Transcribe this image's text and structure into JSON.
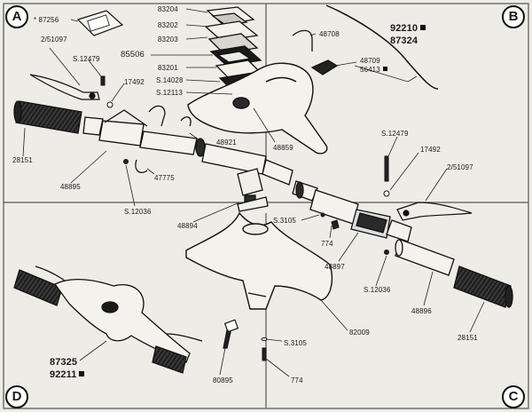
{
  "quadrants": {
    "a": "A",
    "b": "B",
    "c": "C",
    "d": "D"
  },
  "parts": {
    "p87256": "* 87256",
    "p83204": "83204",
    "p83202": "83202",
    "p83203": "83203",
    "p85506": "85506",
    "p83201": "83201",
    "p2_51097_left": "2/51097",
    "pS12479_left": "S.12479",
    "p17492_left": "17492",
    "pS14028": "S.14028",
    "pS12113": "S.12113",
    "p48708": "48708",
    "p92210": "92210",
    "p87324": "87324",
    "p48709": "48709",
    "p56413": "56413",
    "pS12479_right": "S.12479",
    "p17492_right": "17492",
    "p2_51097_right": "2/51097",
    "p48921": "48921",
    "p48859": "48859",
    "p28151_left": "28151",
    "p48895": "48895",
    "p47775": "47775",
    "pS12036_left": "S.12036",
    "p48894": "48894",
    "pS3105_mid": "S.3105",
    "p774_mid": "774",
    "p48897": "48897",
    "pS12036_right": "S.12036",
    "p48896": "48896",
    "p28151_right": "28151",
    "p87325": "87325",
    "p92211": "92211",
    "p80895": "80895",
    "pS3105_low": "S.3105",
    "p774_low": "774",
    "p82009": "82009"
  }
}
